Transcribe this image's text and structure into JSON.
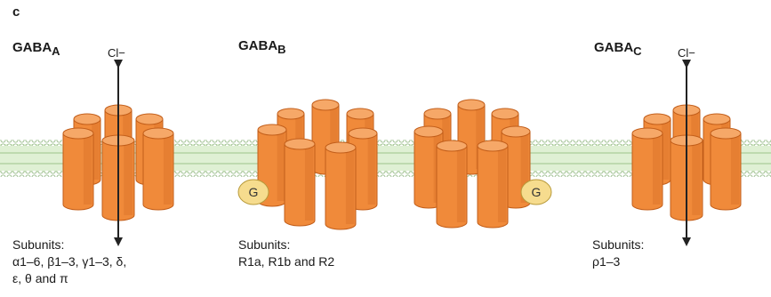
{
  "panel_letter": "c",
  "receptors": [
    {
      "prefix": "GABA",
      "subscript": "A",
      "ion": "Cl−",
      "subunit_title": "Subunits:",
      "subunit_lines": [
        "α1–6, β1–3, γ1–3, δ,",
        "ε, θ and π"
      ]
    },
    {
      "prefix": "GABA",
      "subscript": "B",
      "subunit_title": "Subunits:",
      "subunit_lines": [
        "R1a, R1b and R2"
      ],
      "g_protein_label": "G"
    },
    {
      "prefix": "GABA",
      "subscript": "C",
      "ion": "Cl−",
      "subunit_title": "Subunits:",
      "subunit_lines": [
        "ρ1–3"
      ]
    }
  ],
  "colors": {
    "cylinder_body": "#f08a3a",
    "cylinder_top": "#f6a868",
    "cylinder_edge": "#c25e1a",
    "membrane": "#cfe7c2",
    "lipid_head": "#bfdcb0",
    "g_protein": "#f6dc8e"
  }
}
